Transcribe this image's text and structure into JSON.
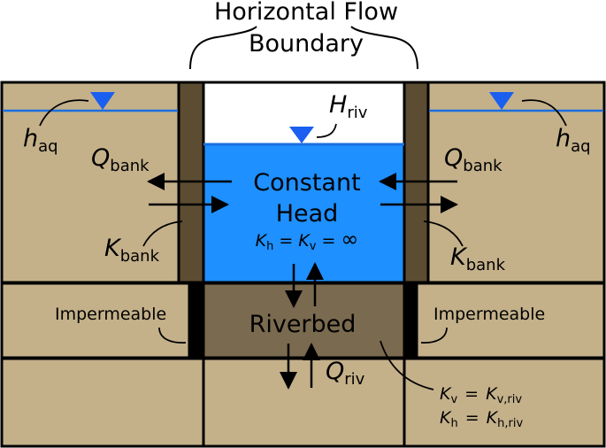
{
  "title": {
    "line1": "Horizontal Flow",
    "line2": "Boundary"
  },
  "left": {
    "h_aq": {
      "main": "h",
      "sub": "aq"
    },
    "q_bank": {
      "main": "Q",
      "sub": "bank"
    },
    "k_bank": {
      "main": "K",
      "sub": "bank"
    },
    "impermeable": "Impermeable"
  },
  "right": {
    "h_aq": {
      "main": "h",
      "sub": "aq"
    },
    "q_bank": {
      "main": "Q",
      "sub": "bank"
    },
    "k_bank": {
      "main": "K",
      "sub": "bank"
    },
    "impermeable": "Impermeable"
  },
  "river": {
    "h_riv": {
      "main": "H",
      "sub": "riv"
    },
    "constant": "Constant",
    "head": "Head",
    "k_eq": {
      "k1": "K",
      "k1_sub": "h",
      "eq1": "=",
      "k2": "K",
      "k2_sub": "v",
      "eq2": "=",
      "inf": "∞"
    }
  },
  "riverbed": {
    "label": "Riverbed",
    "q_riv": {
      "main": "Q",
      "sub": "riv"
    },
    "kv_line": {
      "k": "K",
      "k_sub": "v",
      "eq": "=",
      "r": "K",
      "r_sub": "v,riv"
    },
    "kh_line": {
      "k": "K",
      "k_sub": "h",
      "eq": "=",
      "r": "K",
      "r_sub": "h,riv"
    }
  },
  "colors": {
    "soil": "#c4b18a",
    "bank": "#5c4c32",
    "riverbed": "#7a6a4f",
    "water": "#1e90ff",
    "water_line": "#1a6fe0",
    "outline": "#000000",
    "triangle": "#1a5ff0"
  }
}
